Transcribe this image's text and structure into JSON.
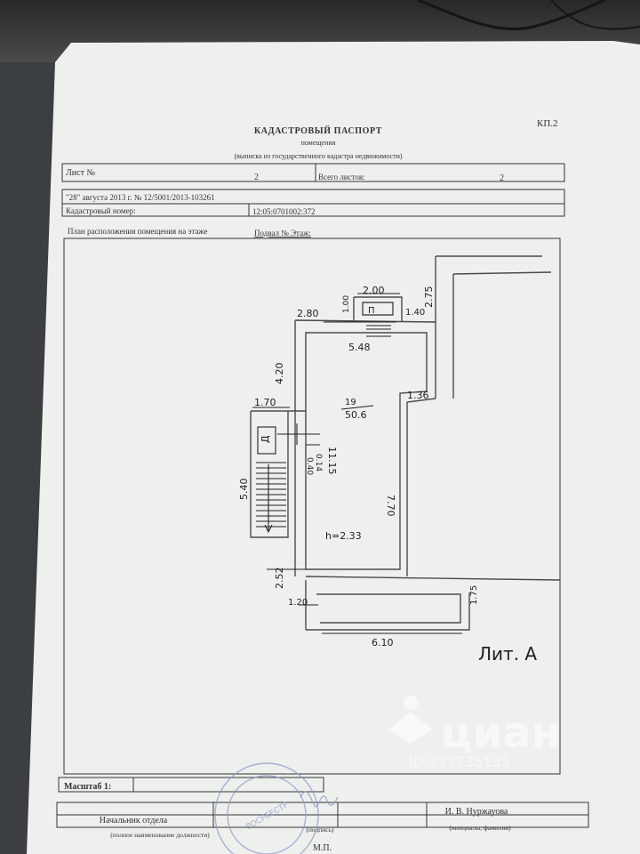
{
  "header": {
    "corner_code": "КП.2",
    "title": "КАДАСТРОВЫЙ ПАСПОРТ",
    "subtitle": "помещения",
    "source_note": "(выписка из государственного кадастра недвижимости)"
  },
  "sheet_row": {
    "sheet_label": "Лист №",
    "sheet_value": "2",
    "total_label": "Всего листов:",
    "total_value": "2"
  },
  "date_row": {
    "text": "\"28\" августа 2013 г. № 12/5001/2013-103261"
  },
  "cadastral_row": {
    "label": "Кадастровый номер:",
    "value": "12:05:0701002:372"
  },
  "plan": {
    "caption_prefix": "План расположения помещения на этаже",
    "caption_floor": "Подвал № Этаж:",
    "dims": {
      "d200": "2.00",
      "d275": "2.75",
      "d280": "2.80",
      "d100": "1.00",
      "d140": "1.40",
      "d548": "5.48",
      "d420": "4.20",
      "d136": "1.36",
      "d170": "1.70",
      "room_no": "19",
      "room_area": "50.6",
      "d014": "0.14",
      "d040": "0.40",
      "d1115": "11.15",
      "d540": "5.40",
      "d770": "7.70",
      "height": "h=2.33",
      "d252": "2.52",
      "d120": "1.20",
      "d175": "1.75",
      "d610": "6.10",
      "letter_p": "П",
      "letter_d": "Д"
    },
    "lit_label": "Лит. А"
  },
  "scale_row": {
    "label": "Масштаб 1:",
    "value": ""
  },
  "signature_row": {
    "position": "Начальник отдела",
    "name": "И. В. Нуржауова",
    "position_caption": "(полное наименование должности)",
    "signature_caption": "(подпись)",
    "initials_caption": "(инициалы, фамилия)",
    "seal_caption": "М.П."
  },
  "stamp": {
    "text": "РОСРЕЕСТР"
  },
  "watermark": {
    "brand": "циан",
    "id": "ID 331735135"
  }
}
